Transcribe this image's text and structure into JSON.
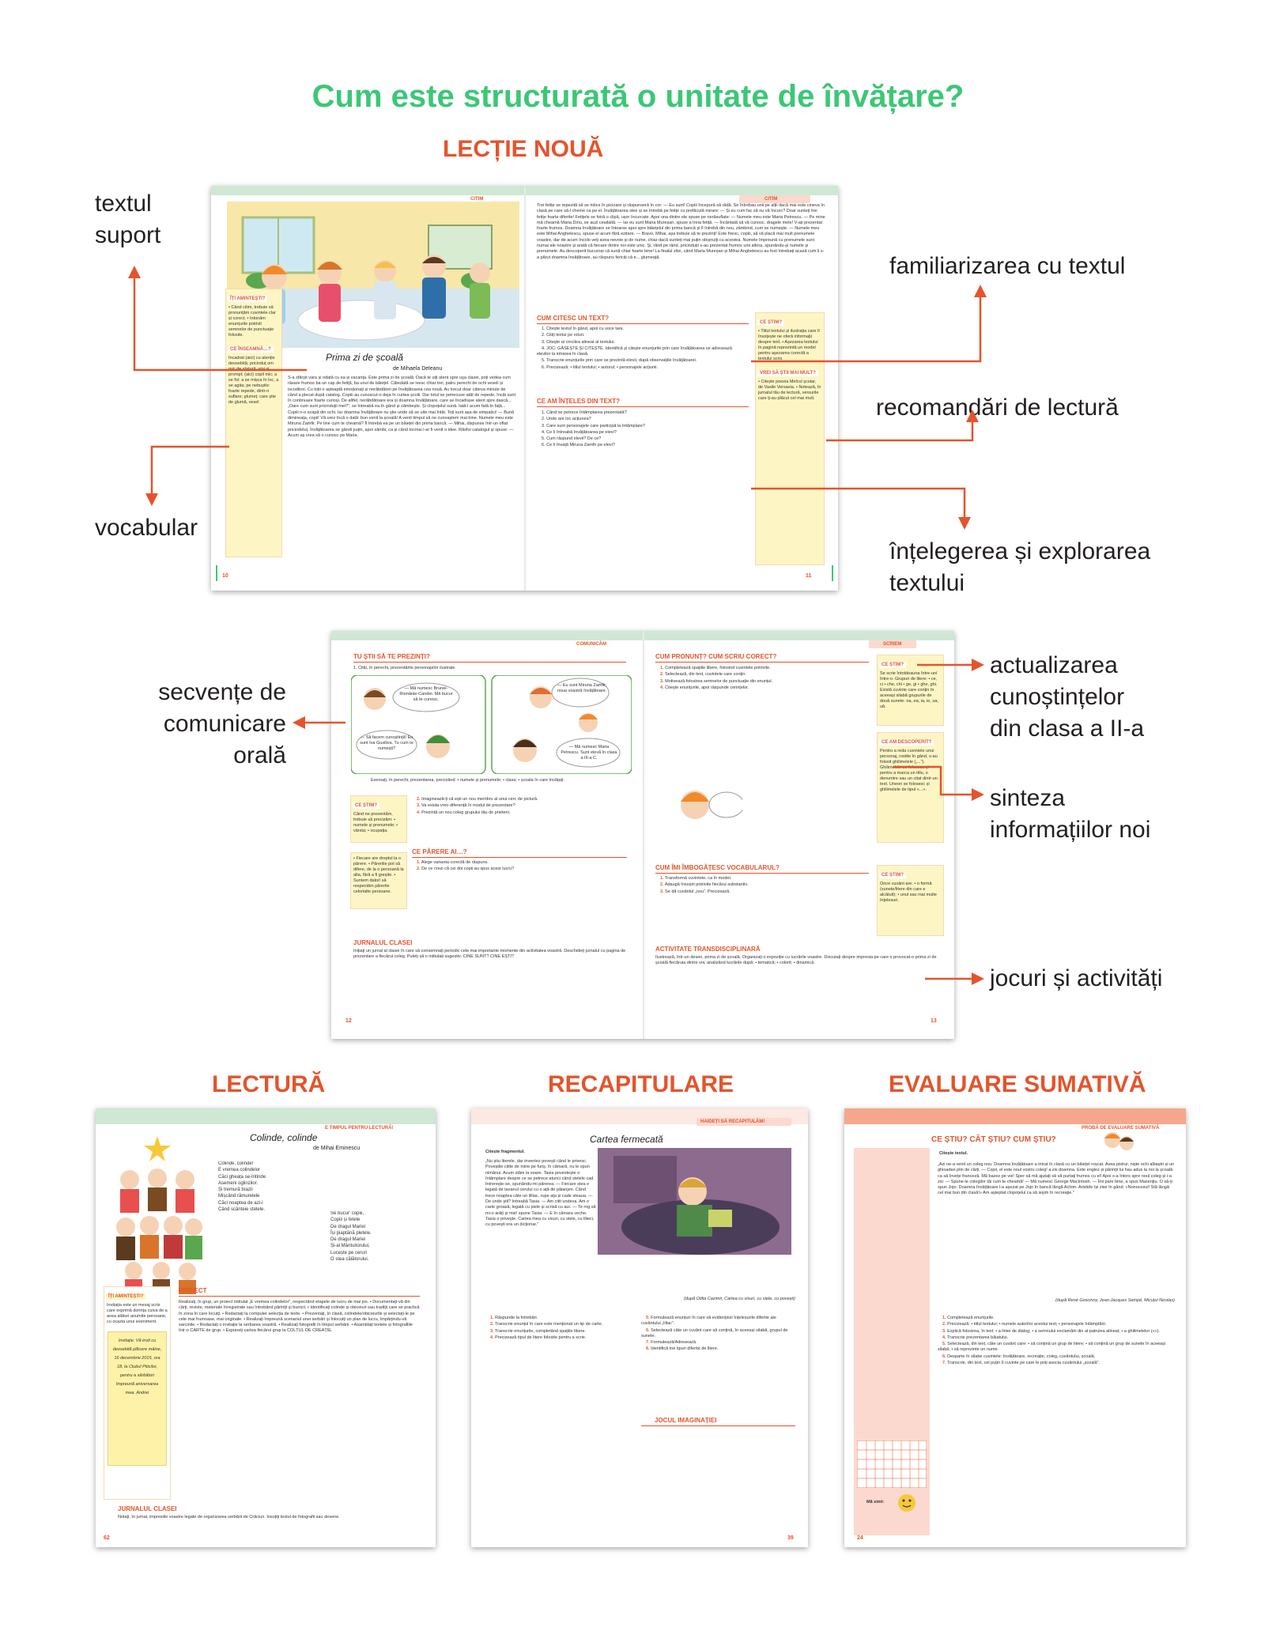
{
  "title": "Cum este structurată o unitate de învățare?",
  "sections": {
    "lectie_noua": "LECȚIE NOUĂ",
    "lectura": "LECTURĂ",
    "recapitulare": "RECAPITULARE",
    "evaluare": "EVALUARE SUMATIVĂ"
  },
  "annotations": {
    "textul_suport": "textul\nsuport",
    "vocabular": "vocabular",
    "familiarizarea": "familiarizarea cu textul",
    "recomandari": "recomandări de lectură",
    "intelegerea": "înțelegerea și explorarea\ntextului",
    "secvente": "secvențe de\ncomunicare\norală",
    "actualizarea": "actualizarea\ncunoștințelor\ndin clasa a II-a",
    "sinteza": "sinteza\ninformațiilor noi",
    "jocuri": "jocuri și activități"
  },
  "spread1": {
    "tab_left": "CITIM",
    "tab_right": "CITIM",
    "story_title": "Prima zi de școală",
    "story_author": "de Mihaela Deleanu",
    "box_amintesti": "ÎȚI AMINTEȘTI?",
    "box_ce_inseamna": "CE ÎNSEAMNĂ…?",
    "amintesti_text": "• Când citim, trebuie să pronunțăm cuvintele clar și corect. • Intonăm enunțurile potrivit semnelor de punctuație folosite.",
    "inseamna_text": "încadrat (aici) cu atenție deosebită; pricinduț om mic de statură, vioi și prompt; (aici) copil mic; a se foi: a se mișca în loc, a se agita; pe nebușite: foarte repede, dintr-o suflare; glumeț: care știe de glumă, vesel",
    "story_text": "S-a sfârșit vara și odată cu ea și vacanța. Este prima zi de școală. Dacă te uiți atent spre uşa clasei, poți vedea cum răsare frumos ba un cap de fetiță, ba unul de băiețel. Cătedată se ivesc chiar trei, patru perechi de ochi veseli și iscoditori. Cu toții o așteaptă emoționați și nerăbdători pe învățătoarea cea nouă. Au trecut doar câteva minute de când a plecat după catalog. Copiii au cunoscut-o deja în curtea școlii. Dar totul se petrecuse atât de repede, încât sunt în continuare foarte curioși. De altfel, nerăbdătoare era și doamna învățătoare, care se încadrase atent spre dască... „Oare cum sunt pricinduții mei?”, se întreabă ea în gând și zâmbește. Și clopoțelul sună. Iată-l acum fată în față... Copiii n-o scapă din ochi. Iar doamna învățătoare nu știe unde să se uite mai întâi. Toți sunt așa de simpatici! — Bună dimineața, copii! Vă urez încă o dată: bun venit la școală! A venit timpul să ne cunoaștem mai bine. Numele meu este Miruna Zamfir. Pe tine cum te cheamă? Îl întrebă ea pe un băiețel din prima bancă. — Mihai, dispunse într-un oftat pricindeluț. Învățătoarea se gândi puțin, apoi zâmbi, ca și când tocmai i-ar fi venit o idee. Răsfoi catalogul și spuse: — Acum aș vrea să o cunosc pe Maria.",
    "right_text": "Trei fetițe se repezită să se ridice în picioare și răspunseră în cor: — Eu sunt! Copiii începură să râdă. Se întrebau unii pe alții dacă mai este cineva în clasă pe care să-l cheme ca pe el. Învățătoarea stee și se întrebă pe fetițe cu prefăcută mirare: — Și eu cum fac să nu vă încurc? Doar sunteți trei fetițe foarte diferite! Fetițele se foiră o clipă, ușor încurcate. Apoi una dintre ele spuse pe nerăsuflate: — Numele meu este Maria Petrescu. — Pe mine mă cheamă Maria Dinu, se auzi ceailaltă. — Iar eu sunt Maria Mureșan, spuse a treia fetiță. — Încântată să vă cunosc, dragele mele! V-ați prezentat foarte frumos. Doamna învățătoare se întoarse apoi spre băiețelul din prima bancă și îl întrebă din nou, zâmbind, cum se numește. — Numele meu este Mihai Anghelescu, spuse el acum fără ezitare. — Bravo, Mihai, așa trebuie să te prezinți! Este firesc, copiii, să vă placă mai mult prenumele voastre, dar de acum încolo veți avea nevoie și de nume, chiar dacă sunteți mai puțin obișnuiți cu acestea. Numele împreună cu prenumele sunt numai ale noastre și arată că fiecare dintre noi este unic. Și, rând pe rând, pricinduții s-au prezentat frumos unii altora, spunându-și numele și prenumele. Au descoperit bucuroși că sună chiar foarte bine! La finalul zilei, când Maria Mureșan și Mihai Anghelescu au fost întrebați acasă cum li s-a părut doamna învățătoare, au răspuns fericiți că e... glumeață.",
    "cum_citesc_head": "CUM CITESC UN TEXT?",
    "cum_citesc_items": [
      "1. Citește textul în gând, apoi cu voce tare.",
      "2. Citiți textul pe roluri.",
      "3. Citește al cincilea alineat al textului.",
      "4. JOC: GĂSEȘTE ȘI CITEȘTE. Identifică și citește enunțurile prin care învățătoarea se adresează elevilor la intrarea în clasă.",
      "5. Transcrie enunțurile prin care se prezintă elevii, după observațiile învățătoarei.",
      "6. Precizează: • titlul textului; • autorul; • personajele acțiunii."
    ],
    "ce_am_inteles_head": "CE AM ÎNȚELES DIN TEXT?",
    "ce_am_inteles_items": [
      "1. Când se petrece întâmplarea prezentată?",
      "2. Unde are loc acțiunea?",
      "3. Care sunt personajele care participă la întâmplare?",
      "4. Ce îi întreabă învățătoarea pe elevi?",
      "5. Cum răspund elevii? De ce?",
      "6. Ce îi învață Miruna Zamfir pe elevi?"
    ],
    "ce_stim_head": "CE ȘTIM?",
    "ce_stim_text": "• Titlul textului și ilustrația care îl însoțește ne oferă informații despre text. • Așezarea textului în pagină reprezintă un model pentru așezarea corectă a textului scris.",
    "vrei_head": "VREI SĂ ȘTII MAI MULT?",
    "vrei_text": "• Citește poezia Melcul școlar, de Vasile Versavia. • Notează, în jurnalul tău de lectură, versurile care ți-au plăcut cel mai mult.",
    "page_left": "10",
    "page_right": "11"
  },
  "spread2": {
    "tab_left": "COMUNICĂM",
    "tab_right": "SCRIEM",
    "tu_stii_head": "TU ȘTII SĂ TE PREZINȚI?",
    "tu_stii_intro": "1. Citiți, în perechi, prezentările personajelor ilustrate.",
    "bubbles": [
      "— Mă numesc Brunei-Românie-Candei. Mă bucur să te cunosc.",
      "— Eu sunt Miruna Zamfir, noua voastră învățătoare.",
      "— Să facem cunoștință! Eu sunt Iva Gusiliva. Tu cum te numești?",
      "— Mă numesc Maria Petrescu. Sunt elevă în clasa a III-a C."
    ],
    "exersati": "Exersați, în perechi, prezentarea, precizând: • numele și prenumele; • clasa; • școala în care învățați.",
    "ce_stim_left": "CE ȘTIM?",
    "ce_stim_left_text": "Când ne prezentăm, trebuie să precizăm: • numele și prenumele; • vârsta; • ocupația.",
    "fiecare_text": "• Fiecare are dreptul la o părere. • Păreriile pot să difere, de la o persoană la alta, fără a fi greșite. • Suntem datori să respectăm părerile celorlalte persoane.",
    "ce_parere_head": "CE PĂRERE AI…?",
    "jurnal_head": "JURNALUL CLASEI",
    "jurnal_text": "Inițiați un jurnal al clasei în care să consemnați periodic cele mai importante momente din activitatea voastră. Deschideți jurnalul cu pagina de prezentare a fiecărui coleg. Puteți să o intitulați sugestiv: CINE SUNT? CINE EȘTI?",
    "cum_pronunt_head": "CUM PRONUNȚ? CUM SCRIU CORECT?",
    "cum_imbogatesc_head": "CUM ÎMI ÎMBOGĂȚESC VOCABULARUL?",
    "activitate_head": "ACTIVITATE TRANSDISCIPLINARĂ",
    "activitate_text": "Ilustrează, într-un desen, prima zi de școală. Organizați o expoziție cu lucrările voastre. Discutați despre impresia pe care o provocat-o prima zi de școală fiecăruia dintre voi, analizând lucrările după: • tematică; • colorit; • dinamică.",
    "right_ce_stim": "CE ȘTIM?",
    "right_ce_stim_text": "Se scrie întotdeauna între-un/între-o. Grupuri de litere: • ce, ci • che, chi • ge, gi • ghe, ghi. Există cuvinte care conțin în aceeași silabă grupurile de două sunete: oa, ea, ia, ie, ua, uă.",
    "ce_am_descoperit": "CE AM DESCOPERIT?",
    "ce_am_descoperit_text": "Pentru a reda cuvintele unui personaj, rostite în gând, s-au folosit ghilimelele („...”). Ghilimelele se folosesc și pentru a marca un titlu, o denumire sau un citat dintr-un text. Uneori se folosesc și ghilimelele de tipul «...».",
    "ce_stim_bottom": "CE ȘTIM?",
    "ce_stim_bottom_text": "Orice cuvânt are: • o formă (sunete/litere din care e alcătuit); • unul sau mai multe înțelesuri.",
    "page_left": "12",
    "page_right": "13"
  },
  "lectura_page": {
    "tab": "E TIMPUL PENTRU LECTURĂ!",
    "poem_title": "Colinde, colinde",
    "poem_author": "de Mihai Eminescu",
    "poem_left": [
      "Colinde, colinde!",
      "E vremea colindelor",
      "Căci gheața se-întinde",
      "Asemeni oglinzilor.",
      "Și tremură brazii",
      "Mișcând rămurelele",
      "Căci noaptea de azi-i",
      "Când scânteie stelele."
    ],
    "poem_right": [
      "Se bucur' copiii,",
      "Copiii și fetele",
      "De dragul Mariei",
      "Își piaptănă pletele.",
      "De dragul Mariei",
      "Și-al Mântuitorului,",
      "Lucește pe ceruri",
      "O stea călătorului."
    ],
    "amintesti": "ÎȚI AMINTEȘTI?",
    "amintesti_text": "Invitația este un mesaj scris care exprimă dorința cuiva de a avea alături anumite persoane, cu ocazia unui eveniment.",
    "invitatie": "Invitație. Vă invit cu deosebită plăcere mâine, 16 decembrie 2015, ora 18, la Clubul Piticilor, pentru a sărbători împreună aniversarea mea. Andrei",
    "proiect": "PROIECT",
    "proiect_text": "Realizați, în grup, un proiect intitulat „E vremea colindelor”, respectând etapele de lucru de mai jos. • Documentați-vă din cărți, reviste, materiale înregistrate sau întrebând părinții și bunicii. • Identificați colinde și obiceiuri sau tradiții care se practică în zona în care locuiți. • Redactați la computer selecția de texte. • Prezentați, în clasă, colindele/obiceiurile și selectați-le pe cele mai frumoase, mai originale. • Realizați împreună scenariul unei serbări și înlocuiți un plan de lucru, împărțindu-vă sarcinile. • Redactați o invitație la serbarea voastră. • Realizați fotografii în timpul serbării. • Asamblați textele și fotografiile într-o CARTE de grup. • Expuneți cartea fiecărui grup la COLȚUL DE CREAȚIE.",
    "jurnal": "JURNALUL CLASEI",
    "jurnal_text": "Notați, în jurnal, impresiile voastre legate de organizarea serbării de Crăciun. Însoțiți textul de fotografii sau desene.",
    "page": "62"
  },
  "recap_page": {
    "tab": "HAIDEȚI SĂ RECAPITULĂM!",
    "story_title": "Cartea fermecată",
    "intro": "Citește fragmentul.",
    "text": "„Nu știu literele, dar inventez povești când le privesc. Poveștile citite de mine pe furiș, în cămară, nu le spun nimănui. Acum stăm la soare. Tasia povestește o întâmplare despre ce se petrece atunci când stelele cad. Intrerește-se, spunându-mi părerea. — Fiecare stea e legată de tavanul cerului cu o ață de păianjen. Când trece noaptea câte un lilliac, rupe ața și cade steaua. — De unde știi? întreabă Tasia. — Am citit undeva. Am o carte groasă, legată cu piele și scrisă cu aur. — Te rog să mi-o arăți și mie! spune Tasia. — E în cămara veche. Tasia o privește. Cartea mea cu visuri, cu stele, cu lilieci, cu povești era un dicționar.”",
    "source": "(după Otilia Cazimir, Cartea cu visuri, cu stele, cu povești)",
    "jocul": "JOCUL IMAGINAȚIEI",
    "page": "39"
  },
  "eval_page": {
    "tab": "PROBĂ DE EVALUARE SUMATIVĂ",
    "head": "CE ȘTIU? CÂT ȘTIU? CUM ȘTIU?",
    "intro": "Citește textul.",
    "text": "„Azi ne-a venit un coleg nou. Doamna învățătoare a intrat în clasă cu un băiețel roșcat. Avea pistrui, niște ochi albaștri și un ghioadan plin de cărți. — Copii, el este noul vostru coleg! a zis doamna. Este englez și părinții lui hau adus la noi la școală ca să învețe franceză. Mă bazez pe voi! Sper să mă ajutați să vă purtați frumos cu el! Apoi s-a întors spre noul coleg și i-a zis: — Spune-le colegilor tăi cum te cheamă! — Mă numesc George MacIntosh. — Îmi pare bine, a spus Maxențiu. O să-ți spun Jojo. Doamna învățătoare l-a așezat pe Jojo în bancă lângă Achim. Aristide își zise în gând: «Nonocosul! Stă lângă cel mai bun din clasă!» Am așteptat clopoțelul ca să ieșim în recreație.”",
    "source": "(după René Goscinny, Jean-Jacques Sempé, Micuțul Nicolas)",
    "ma_simt": "Mă simt:",
    "page": "24"
  }
}
